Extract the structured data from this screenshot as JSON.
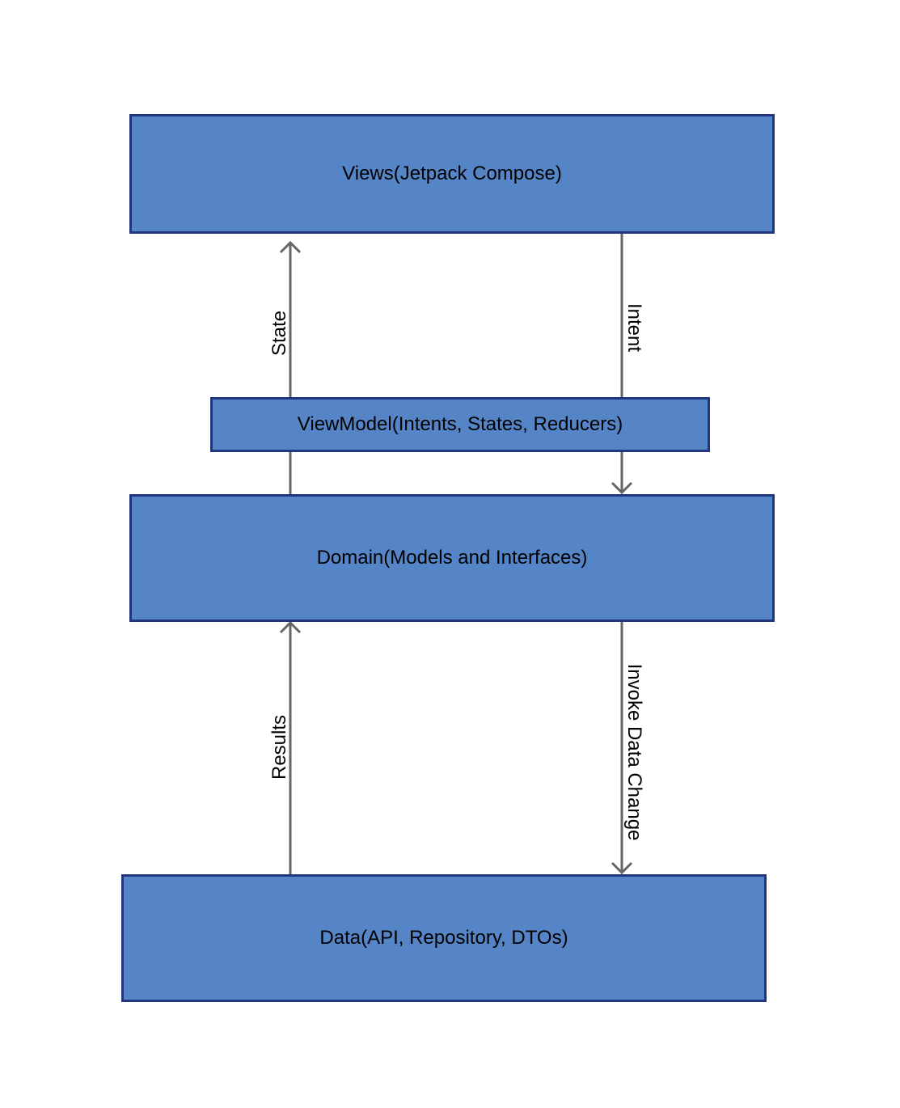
{
  "colors": {
    "box_fill": "#5585c6",
    "box_border": "#223580",
    "arrow": "#666666",
    "text": "#000000"
  },
  "nodes": {
    "views": "Views(Jetpack Compose)",
    "viewmodel": "ViewModel(Intents, States, Reducers)",
    "domain": "Domain(Models and Interfaces)",
    "data": "Data(API, Repository, DTOs)"
  },
  "edges": {
    "state": "State",
    "intent": "Intent",
    "results": "Results",
    "invoke": "Invoke Data Change"
  }
}
